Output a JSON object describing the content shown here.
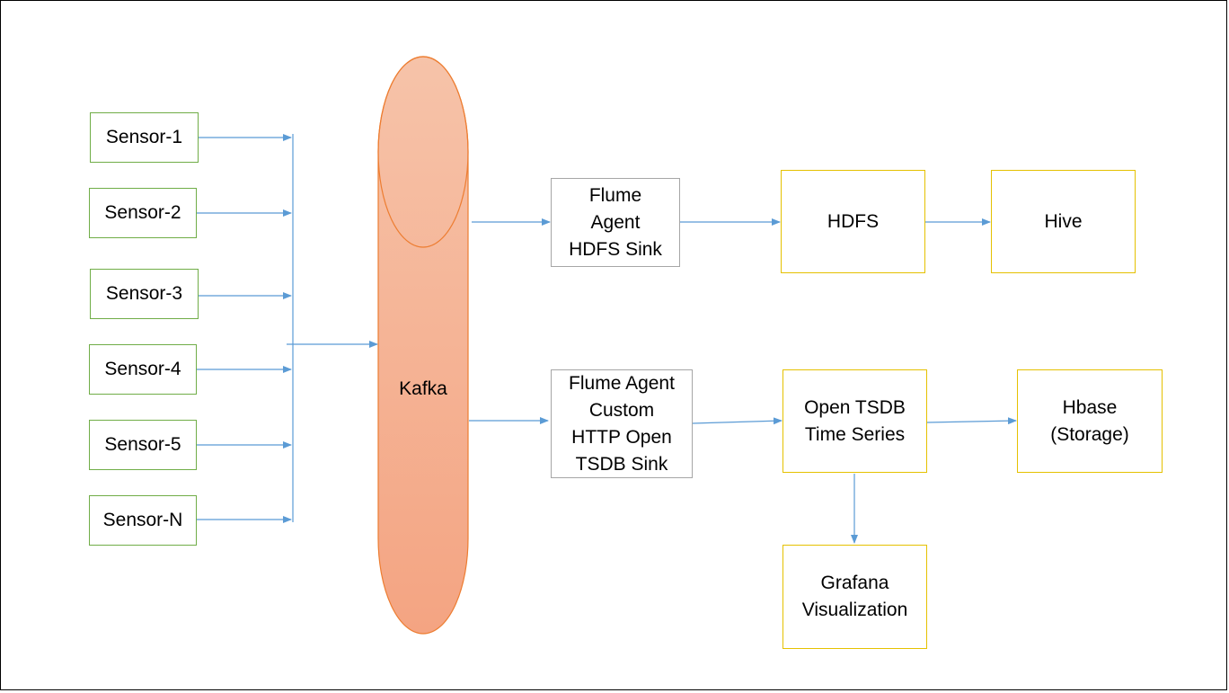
{
  "sensors": [
    "Sensor-1",
    "Sensor-2",
    "Sensor-3",
    "Sensor-4",
    "Sensor-5",
    "Sensor-N"
  ],
  "kafka": {
    "label": "Kafka"
  },
  "hdfs_agent": {
    "label": "Flume\nAgent\nHDFS Sink"
  },
  "tsdb_agent": {
    "label": "Flume Agent\nCustom\nHTTP Open\nTSDB Sink"
  },
  "hdfs": {
    "label": "HDFS"
  },
  "hive": {
    "label": "Hive"
  },
  "tsdb": {
    "label": "Open TSDB\nTime Series"
  },
  "hbase": {
    "label": "Hbase\n(Storage)"
  },
  "grafana": {
    "label": "Grafana\nVisualization"
  },
  "colors": {
    "sensor_border": "#70ad47",
    "agent_border": "#a6a6a6",
    "store_border": "#e5c100",
    "arrow": "#5b9bd5",
    "kafka_fill_top": "#f6c3a9",
    "kafka_fill_bottom": "#f4a482",
    "kafka_stroke": "#ed7d31"
  }
}
